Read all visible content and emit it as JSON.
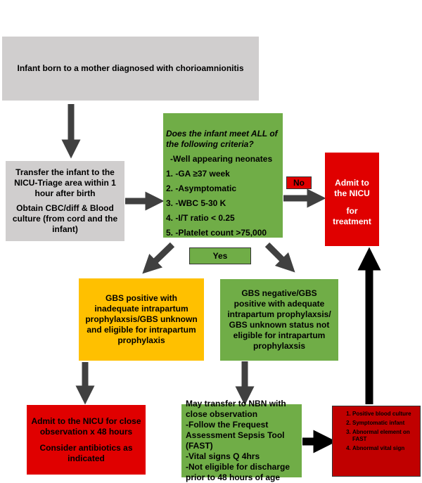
{
  "start": {
    "text": "Infant born to a mother diagnosed with chorioamnionitis"
  },
  "transfer": {
    "line1": "Transfer the infant to the NICU-Triage area within 1 hour after birth",
    "line2": "Obtain CBC/diff  & Blood culture (from cord and the infant)"
  },
  "criteria": {
    "question": "Does the infant meet ALL of the  following criteria?",
    "lead": "-Well appearing neonates",
    "items": [
      "1.  -GA ≥37 week",
      "2.  -Asymptomatic",
      "3.  -WBC  5-30 K",
      "4.  -I/T ratio < 0.25",
      "5.  -Platelet count >75,000"
    ]
  },
  "no_label": "No",
  "yes_label": "Yes",
  "admit_nicu": {
    "line1": "Admit to the NICU",
    "line2": "for treatment"
  },
  "gbs_positive": {
    "text": "GBS positive with inadequate intrapartum prophylaxsis/GBS unknown and eligible for intrapartum prophylaxis"
  },
  "gbs_negative": {
    "text": "GBS negative/GBS positive with adequate intrapartum prophylaxsis/ GBS unknown status not eligible for intrapartum prophylaxsis"
  },
  "admit_close": {
    "line1": "Admit to the NICU for close observation x 48 hours",
    "line2": "Consider antibiotics as indicated"
  },
  "nbn": {
    "lines": [
      "May transfer to NBN with close observation",
      "-Follow the Frequest Assessment Sepsis Tool (FAST)",
      "-Vital signs Q 4hrs",
      "-Not eligible for discharge prior to 48 hours of age"
    ]
  },
  "signs": {
    "items": [
      "Positive blood culture",
      "Symptomatic infant",
      "Abnormal element on FAST",
      "Abnormal vital sign"
    ]
  },
  "colors": {
    "grey": "#d0cece",
    "green": "#70ad47",
    "yellow": "#ffc000",
    "red": "#e00000",
    "dark_red": "#c00000",
    "arrow": "#404040",
    "black": "#000000"
  }
}
